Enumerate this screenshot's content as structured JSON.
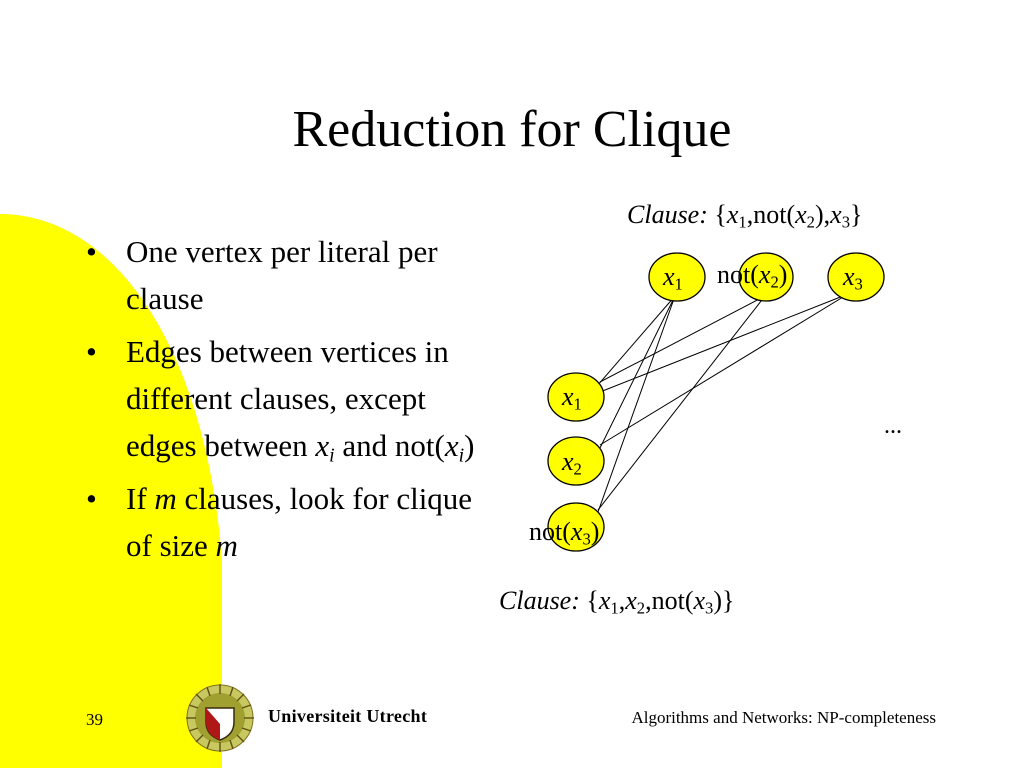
{
  "slide": {
    "title": "Reduction for Clique",
    "page_number": "39",
    "course": "Algorithms and Networks: NP-completeness",
    "university": "Universiteit Utrecht"
  },
  "bullets": [
    {
      "text": "One vertex per literal per clause"
    },
    {
      "pre": "Edges between vertices in different clauses, except edges between ",
      "var1": "x",
      "sub1": "i",
      "mid": " and not(",
      "var2": "x",
      "sub2": "i",
      "post": ")"
    },
    {
      "pre": "If ",
      "var1": "m",
      "mid": " clauses, look for clique of size ",
      "var2": "m"
    }
  ],
  "bullet_symbol": "•",
  "diagram": {
    "clause_top": {
      "label": "Clause:",
      "open": " {",
      "lit1_var": "x",
      "lit1_sub": "1",
      "sep1": ",not(",
      "lit2_var": "x",
      "lit2_sub": "2",
      "sep2": "),",
      "lit3_var": "x",
      "lit3_sub": "3",
      "close": "}"
    },
    "clause_bottom": {
      "label": "Clause:",
      "open": " {",
      "lit1_var": "x",
      "lit1_sub": "1",
      "sep1": ",",
      "lit2_var": "x",
      "lit2_sub": "2",
      "sep2": ",not(",
      "lit3_var": "x",
      "lit3_sub": "3",
      "close": ")}"
    },
    "top_vertices": [
      {
        "pre": "",
        "var": "x",
        "sub": "1",
        "post": ""
      },
      {
        "pre": "not(",
        "var": "x",
        "sub": "2",
        "post": ")"
      },
      {
        "pre": "",
        "var": "x",
        "sub": "3",
        "post": ""
      }
    ],
    "left_vertices": [
      {
        "pre": "",
        "var": "x",
        "sub": "1",
        "post": ""
      },
      {
        "pre": "",
        "var": "x",
        "sub": "2",
        "post": ""
      },
      {
        "pre": "not(",
        "var": "x",
        "sub": "3",
        "post": ")"
      }
    ],
    "ellipsis": "...",
    "colors": {
      "vertex_fill": "#ffff00",
      "background_band": "#ffff00"
    }
  }
}
